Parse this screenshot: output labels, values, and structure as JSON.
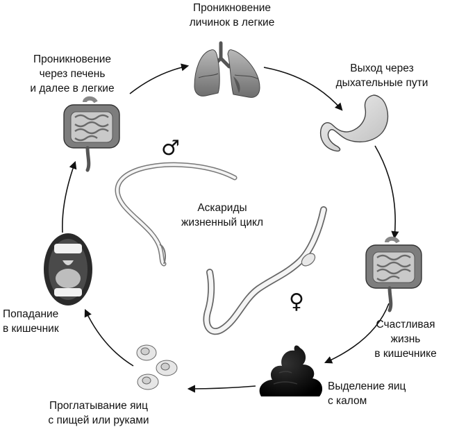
{
  "title_lines": [
    "Аскариды",
    "жизненный цикл"
  ],
  "stages": {
    "lungs": [
      "Проникновение",
      "личинок в легкие"
    ],
    "airways": [
      "Выход через",
      "дыхательные пути"
    ],
    "intestine_life": [
      "Счастливая",
      "жизнь",
      "в кишечнике"
    ],
    "egg_excretion": [
      "Выделение яиц",
      "с калом"
    ],
    "swallowing": [
      "Проглатывание яиц",
      "с пищей или руками"
    ],
    "entry_intestine": [
      "Попадание",
      "в кишечник"
    ],
    "liver_migration": [
      "Проникновение",
      "через печень",
      "и далее в легкие"
    ]
  },
  "symbols": {
    "male": "♂",
    "female": "♀"
  },
  "icons": [
    "lungs-icon",
    "stomach-icon",
    "intestine-icon",
    "feces-icon",
    "eggs-icon",
    "open-mouth-icon",
    "male-worm-icon",
    "female-worm-icon"
  ],
  "colors": {
    "ink": "#111111",
    "organ_gray": "#9a9a9a",
    "light_gray": "#d8d8d8"
  }
}
